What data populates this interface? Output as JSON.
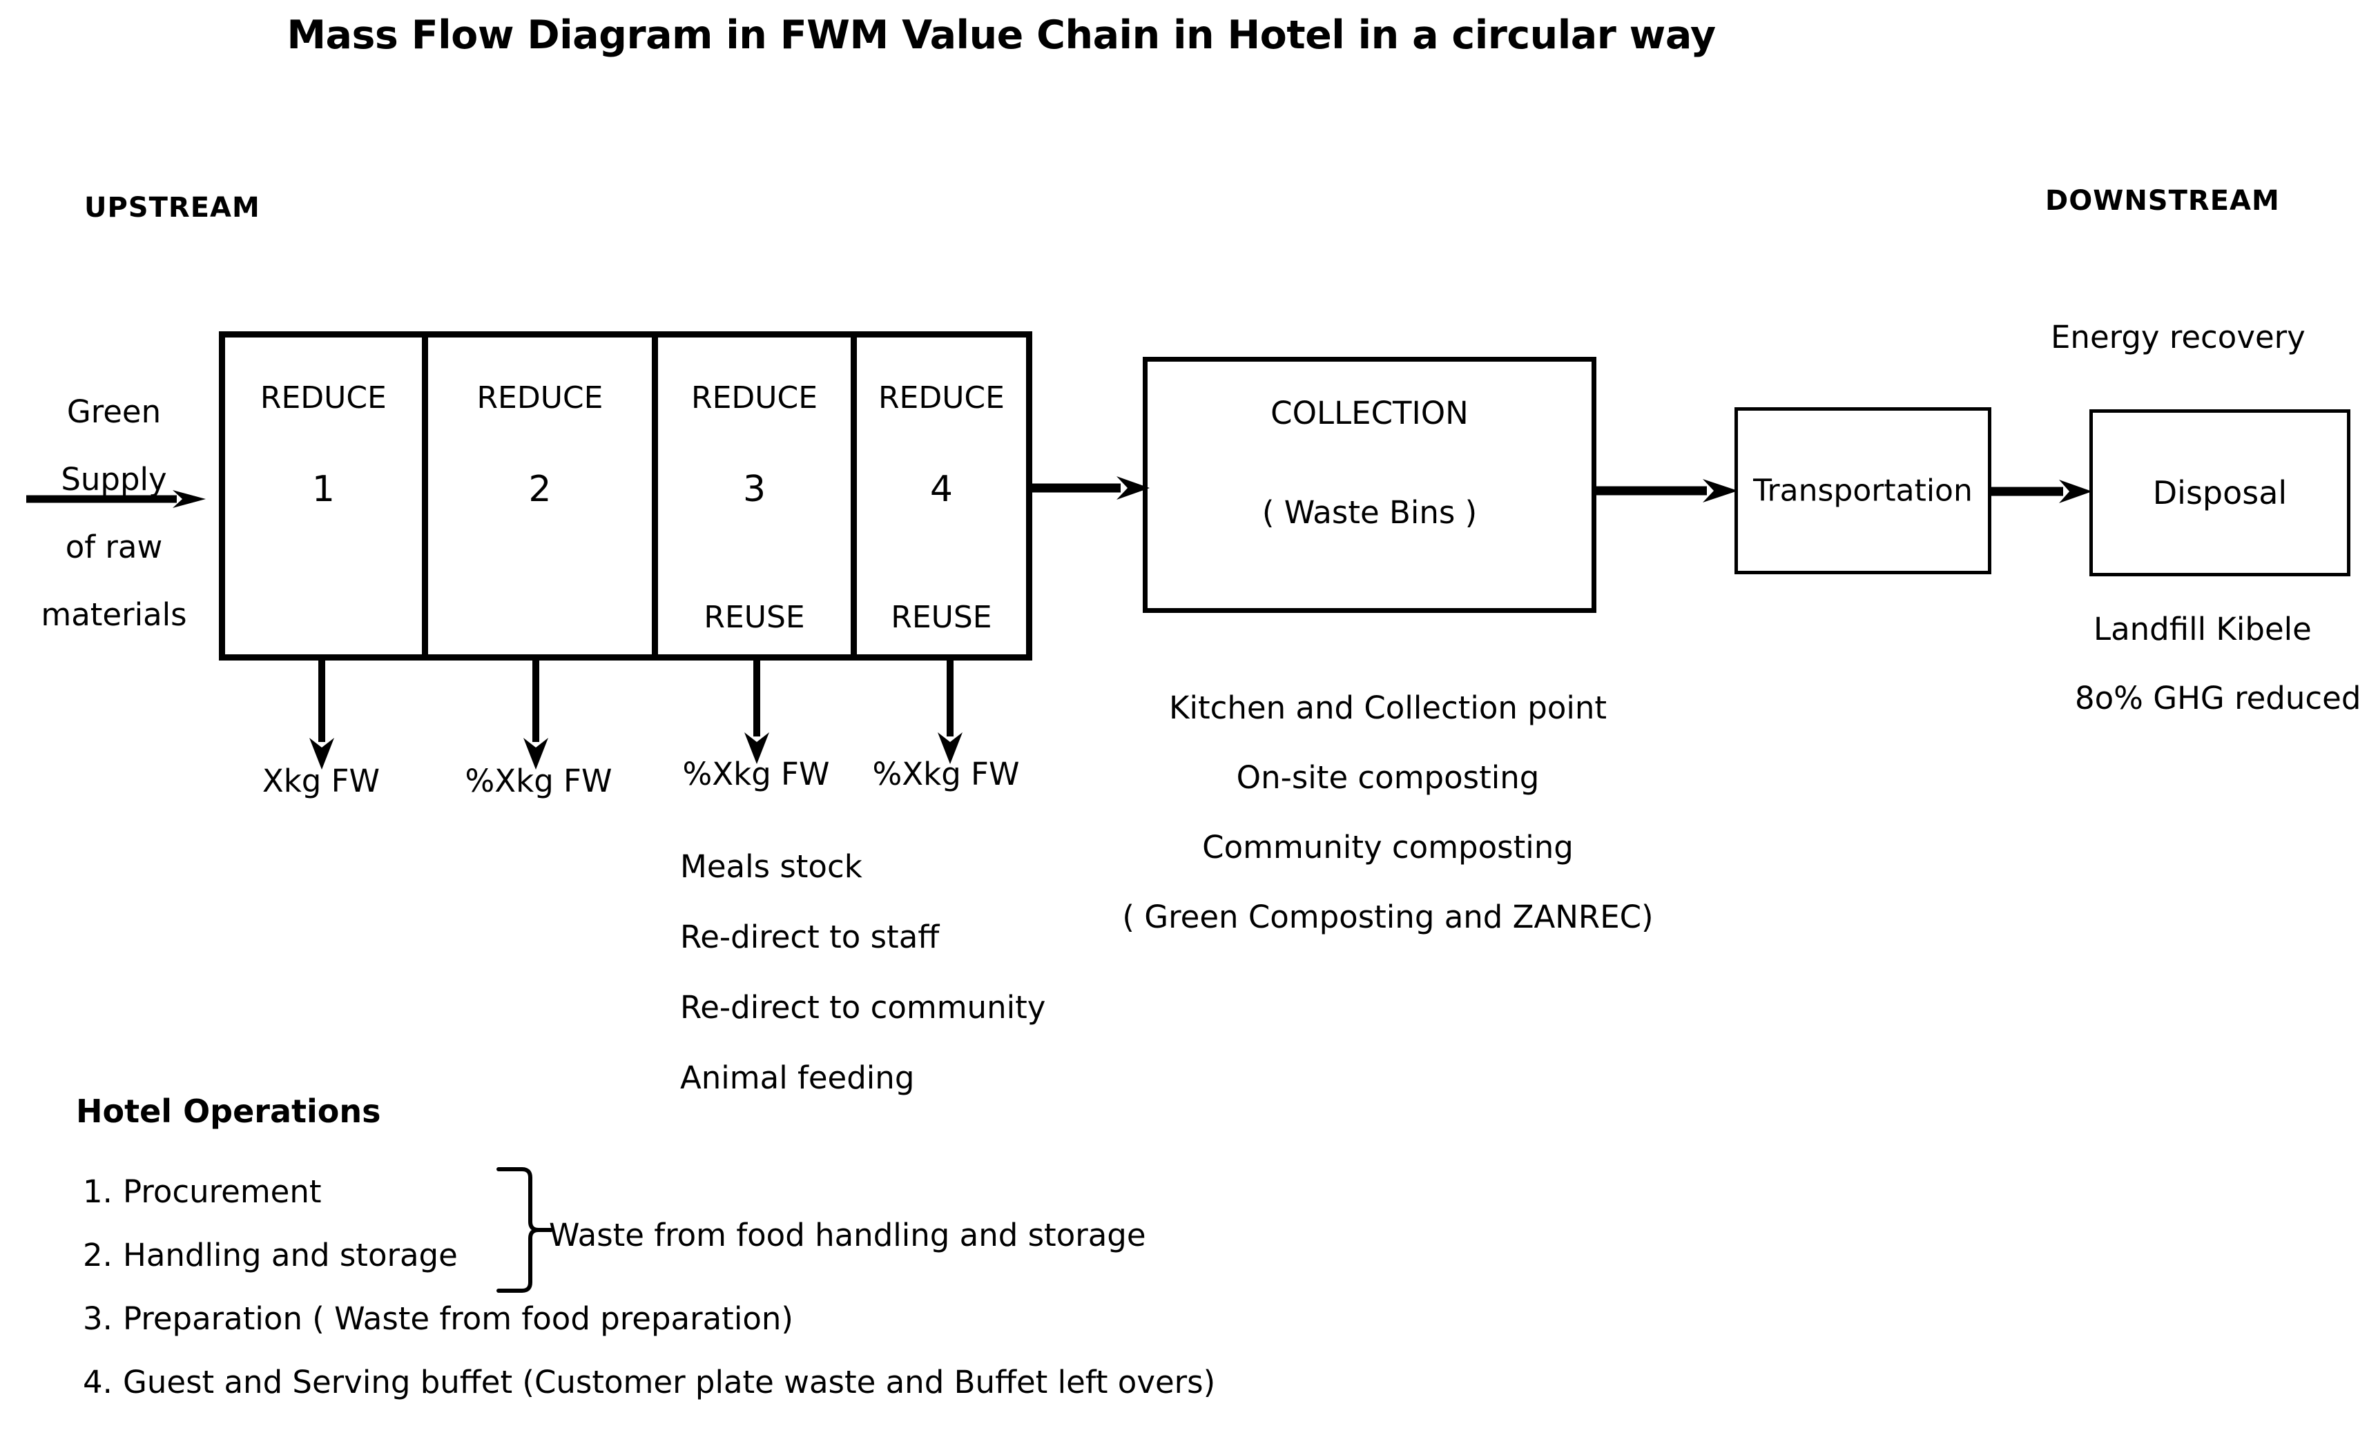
{
  "title": "Mass Flow Diagram in FWM Value Chain in Hotel in a circular way",
  "stream_labels": {
    "upstream": "UPSTREAM",
    "downstream": "DOWNSTREAM"
  },
  "input": {
    "line1": "Green",
    "line2": "Supply",
    "line3": "of raw",
    "line4": "materials"
  },
  "reduce_stages": [
    {
      "top": "REDUCE",
      "num": "1",
      "bottom": ""
    },
    {
      "top": "REDUCE",
      "num": "2",
      "bottom": ""
    },
    {
      "top": "REDUCE",
      "num": "3",
      "bottom": "REUSE"
    },
    {
      "top": "REDUCE",
      "num": "4",
      "bottom": "REUSE"
    }
  ],
  "fw_outputs": [
    "Xkg FW",
    "%Xkg FW",
    "%Xkg FW",
    "%Xkg FW"
  ],
  "reuse_options": [
    "Meals stock",
    "Re-direct to staff",
    "Re-direct to community",
    "Animal feeding"
  ],
  "collection": {
    "title": "COLLECTION",
    "subtitle": "( Waste Bins )",
    "notes": [
      "Kitchen and Collection point",
      "On-site composting",
      "Community composting",
      "( Green Composting  and ZANREC)"
    ]
  },
  "transportation": {
    "label": "Transportation"
  },
  "disposal": {
    "label": "Disposal",
    "above_note": "Energy recovery",
    "notes": [
      "Landfill Kibele",
      "8o% GHG reduced"
    ]
  },
  "hotel_operations": {
    "title": "Hotel Operations",
    "items": [
      {
        "num": "1.",
        "text": "Procurement"
      },
      {
        "num": "2.",
        "text": "Handling and storage"
      },
      {
        "num": "3.",
        "text": "Preparation ( Waste from food preparation)"
      },
      {
        "num": "4.",
        "text": "Guest and Serving buffet  (Customer plate waste   and  Buffet left overs)"
      }
    ],
    "brace_note": "Waste from food handling and storage"
  },
  "colors": {
    "ink": "#000000",
    "paper": "#ffffff"
  }
}
